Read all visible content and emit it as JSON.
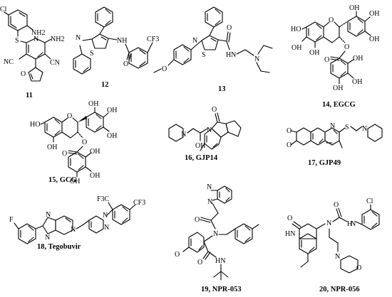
{
  "compounds": [
    {
      "id": "c11",
      "label": "11"
    },
    {
      "id": "c12",
      "label": "12"
    },
    {
      "id": "c13",
      "label": "13"
    },
    {
      "id": "c14",
      "label": "14, EGCG"
    },
    {
      "id": "c15",
      "label": "15, GCG"
    },
    {
      "id": "c16",
      "label": "16, GJP14"
    },
    {
      "id": "c17",
      "label": "17, GJP49"
    },
    {
      "id": "c18",
      "label": "18, Tegobuvir"
    },
    {
      "id": "c19",
      "label": "19, NPR-053"
    },
    {
      "id": "c20",
      "label": "20, NPR-056"
    }
  ],
  "atoms": {
    "cl": "Cl",
    "nh2": "NH2",
    "s": "S",
    "n": "N",
    "o": "O",
    "nc": "NC",
    "cn": "CN",
    "nh": "NH",
    "hn": "HN",
    "h": "H",
    "oh": "OH",
    "ho": "HO",
    "f": "F",
    "cf3": "CF3",
    "f3c": "F3C"
  }
}
